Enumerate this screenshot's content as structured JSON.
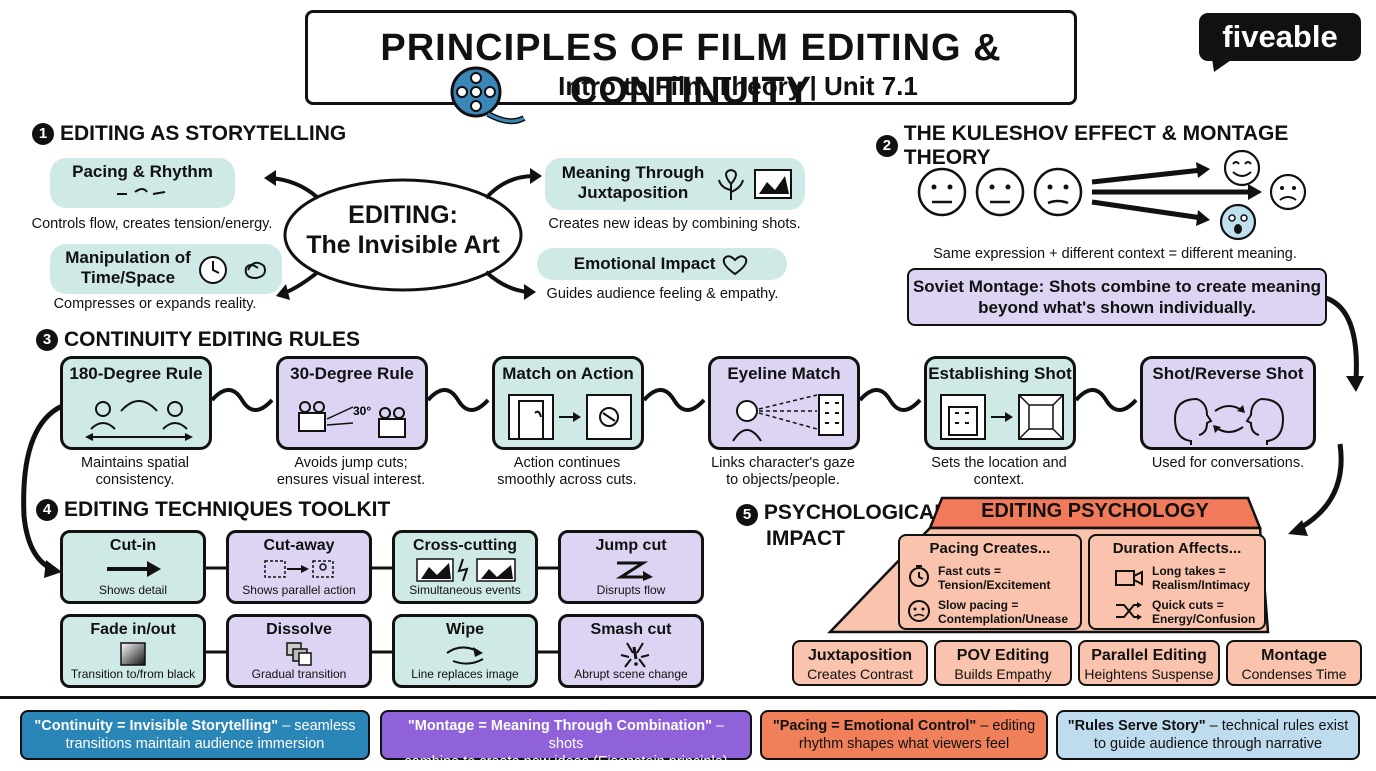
{
  "header": {
    "title": "PRINCIPLES OF FILM EDITING & CONTINUITY",
    "subtitle": "Intro to Film Theory | Unit 7.1",
    "logo": "fiveable"
  },
  "section1": {
    "num": "1",
    "title": "EDITING AS STORYTELLING",
    "center_line1": "EDITING:",
    "center_line2": "The Invisible Art",
    "pacing": {
      "label": "Pacing & Rhythm",
      "caption": "Controls flow, creates tension/energy."
    },
    "manipulation": {
      "label_line1": "Manipulation of",
      "label_line2": "Time/Space",
      "caption": "Compresses or expands reality."
    },
    "meaning": {
      "label_line1": "Meaning Through",
      "label_line2": "Juxtaposition",
      "caption": "Creates new ideas by combining shots."
    },
    "emotional": {
      "label": "Emotional Impact",
      "caption": "Guides audience feeling & empathy."
    }
  },
  "section2": {
    "num": "2",
    "title": "THE KULESHOV EFFECT & MONTAGE THEORY",
    "caption": "Same expression + different context = different meaning.",
    "soviet_line1": "Soviet Montage: Shots combine to create meaning",
    "soviet_line2": "beyond what's shown individually."
  },
  "section3": {
    "num": "3",
    "title": "CONTINUITY EDITING RULES",
    "rules": [
      {
        "title": "180-Degree Rule",
        "cap1": "Maintains spatial",
        "cap2": "consistency."
      },
      {
        "title": "30-Degree Rule",
        "cap1": "Avoids jump cuts;",
        "cap2": "ensures visual interest.",
        "icon_text": "30°"
      },
      {
        "title": "Match on Action",
        "cap1": "Action continues",
        "cap2": "smoothly across cuts."
      },
      {
        "title": "Eyeline Match",
        "cap1": "Links character's gaze",
        "cap2": "to objects/people."
      },
      {
        "title": "Establishing Shot",
        "cap1": "Sets the location and",
        "cap2": "context."
      },
      {
        "title": "Shot/Reverse Shot",
        "cap1": "Used for conversations.",
        "cap2": ""
      }
    ]
  },
  "section4": {
    "num": "4",
    "title": "EDITING TECHNIQUES TOOLKIT",
    "tools": [
      {
        "title": "Cut-in",
        "caption": "Shows detail"
      },
      {
        "title": "Cut-away",
        "caption": "Shows parallel action"
      },
      {
        "title": "Cross-cutting",
        "caption": "Simultaneous events"
      },
      {
        "title": "Jump cut",
        "caption": "Disrupts flow"
      },
      {
        "title": "Fade in/out",
        "caption": "Transition to/from black"
      },
      {
        "title": "Dissolve",
        "caption": "Gradual transition"
      },
      {
        "title": "Wipe",
        "caption": "Line replaces image"
      },
      {
        "title": "Smash cut",
        "caption": "Abrupt scene change"
      }
    ]
  },
  "section5": {
    "num": "5",
    "title_line1": "PSYCHOLOGICAL",
    "title_line2": "IMPACT",
    "banner": "EDITING PSYCHOLOGY",
    "pacing": {
      "title": "Pacing Creates...",
      "a1": "Fast cuts =",
      "a2": "Tension/Excitement",
      "b1": "Slow pacing =",
      "b2": "Contemplation/Unease"
    },
    "duration": {
      "title": "Duration Affects...",
      "a1": "Long takes =",
      "a2": "Realism/Intimacy",
      "b1": "Quick cuts =",
      "b2": "Energy/Confusion"
    },
    "bottom": [
      {
        "title": "Juxtaposition",
        "caption": "Creates Contrast"
      },
      {
        "title": "POV Editing",
        "caption": "Builds Empathy"
      },
      {
        "title": "Parallel Editing",
        "caption": "Heightens Suspense"
      },
      {
        "title": "Montage",
        "caption": "Condenses Time"
      }
    ]
  },
  "quotes": [
    {
      "bold": "\"Continuity = Invisible Storytelling\"",
      "rest1": " – seamless",
      "rest2": "transitions maintain audience immersion",
      "color": "#2a86b6"
    },
    {
      "bold": "\"Montage = Meaning Through Combination\"",
      "rest1": " – shots",
      "rest2": "combine to create new ideas (Eisenstein principle)",
      "color": "#8f62d9"
    },
    {
      "bold": "\"Pacing = Emotional Control\"",
      "rest1": " – editing",
      "rest2": "rhythm shapes what viewers feel",
      "color": "#f0805a"
    },
    {
      "bold": "\"Rules Serve Story\"",
      "rest1": " – technical rules exist",
      "rest2": "to guide audience through narrative",
      "color": "#bfdcef"
    }
  ]
}
